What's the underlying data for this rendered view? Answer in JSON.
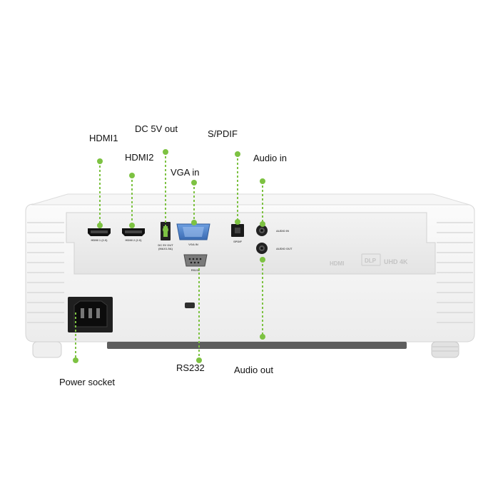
{
  "callouts": {
    "hdmi1": "HDMI1",
    "dc5v": "DC 5V out",
    "hdmi2": "HDMI2",
    "spdif": "S/PDIF",
    "vga": "VGA in",
    "audio_in": "Audio in",
    "rs232": "RS232",
    "audio_out": "Audio out",
    "power": "Power socket"
  },
  "panel_labels": {
    "hdmi1": "HDMI 1 (2.0)",
    "hdmi2": "HDMI 2 (2.0)",
    "dc5v_line1": "DC 5V OUT",
    "dc5v_line2": "(MAX1.5A)",
    "vga": "VGA IN",
    "rs232": "RS232",
    "spdif": "SPDIF",
    "audio_in": "AUDIO IN",
    "audio_out": "AUDIO OUT"
  },
  "logos": {
    "hdmi": "HDMI",
    "dlp": "DLP",
    "uhd": "UHD 4K"
  },
  "colors": {
    "accent": "#7dc242",
    "body": "#f2f2f2",
    "panel": "#e8e8e8",
    "port_blue": "#4a7fc8"
  }
}
